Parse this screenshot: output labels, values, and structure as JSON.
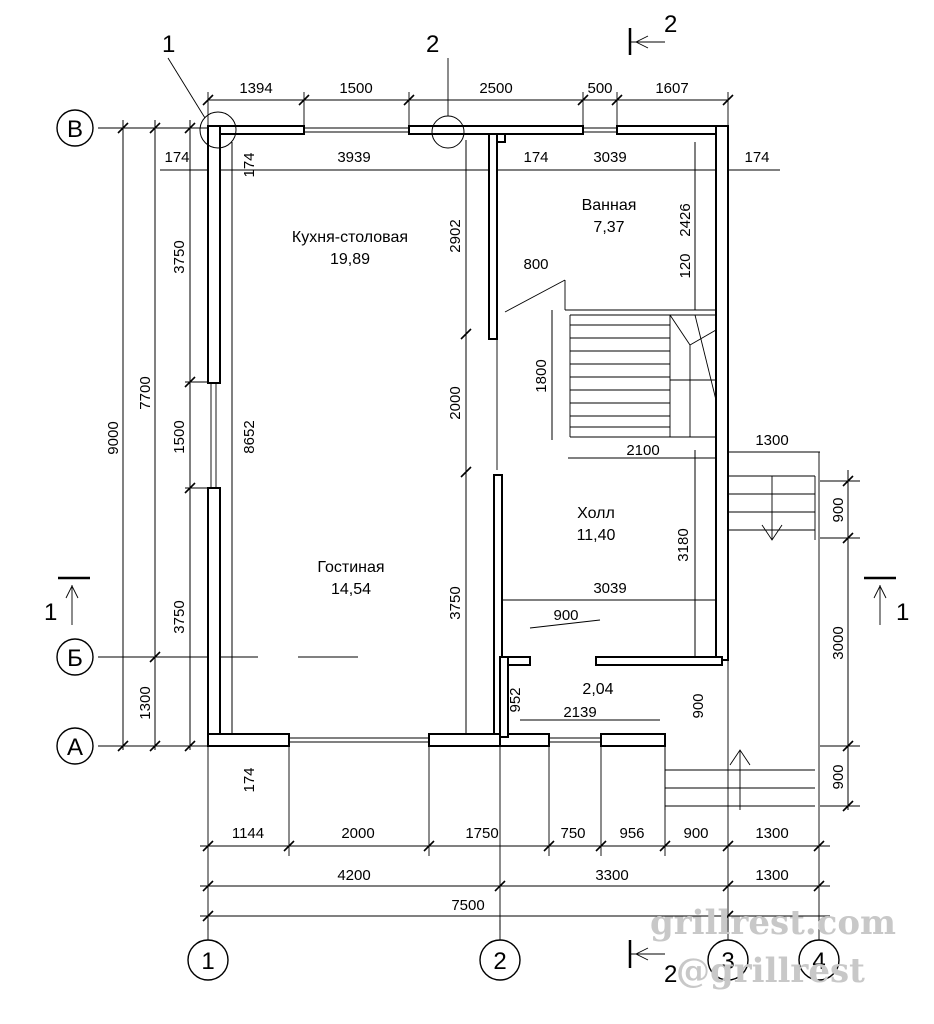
{
  "rooms": {
    "kitchen": {
      "name": "Кухня-столовая",
      "area": "19,89"
    },
    "bathroom": {
      "name": "Ванная",
      "area": "7,37"
    },
    "living": {
      "name": "Гостиная",
      "area": "14,54"
    },
    "hall": {
      "name": "Холл",
      "area": "11,40"
    },
    "vestibule": {
      "area": "2,04"
    }
  },
  "axes": {
    "letters": [
      "В",
      "Б",
      "А"
    ],
    "numbers": [
      "1",
      "2",
      "3",
      "4"
    ]
  },
  "sections": {
    "s1": "1",
    "s2": "2"
  },
  "dims": {
    "top": [
      "1394",
      "1500",
      "2500",
      "500",
      "1607"
    ],
    "top_inner": [
      "174",
      "3939",
      "174",
      "3039",
      "174"
    ],
    "left_outer": "9000",
    "left_mid": "7700",
    "left_parts": [
      "3750",
      "1500",
      "3750",
      "1300"
    ],
    "left_inner": [
      "174",
      "8652"
    ],
    "center_left": [
      "2902",
      "2000",
      "3750"
    ],
    "stairs": [
      "800",
      "1800",
      "2100",
      "120",
      "2426"
    ],
    "hall": [
      "1300",
      "3039",
      "3180",
      "900",
      "952",
      "2139",
      "900"
    ],
    "right": [
      "900",
      "3000",
      "900"
    ],
    "bottom_174": "174",
    "bottom_row1": [
      "1144",
      "2000",
      "1750",
      "750",
      "956",
      "900",
      "1300"
    ],
    "bottom_row2": [
      "4200",
      "3300",
      "1300"
    ],
    "bottom_total": "7500"
  },
  "watermark": [
    "grillrest.com",
    "@grillrest"
  ]
}
